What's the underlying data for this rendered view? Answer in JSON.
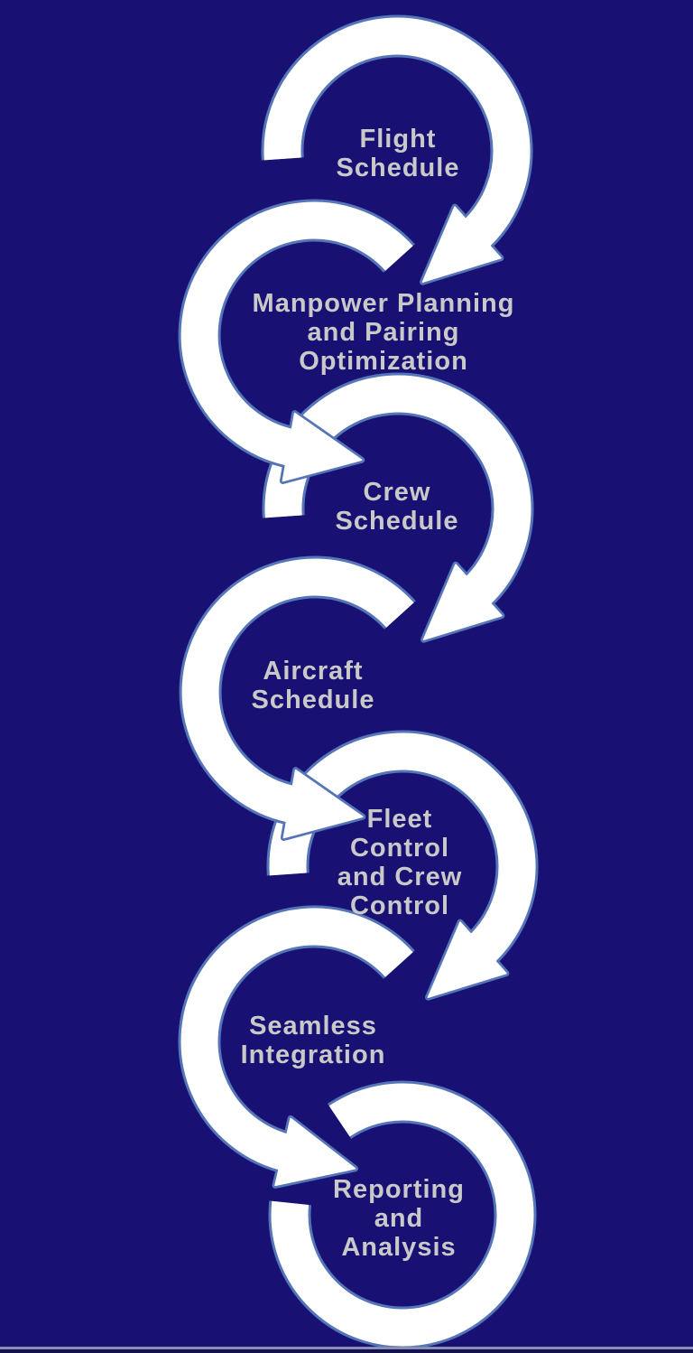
{
  "diagram": {
    "type": "cycle-flow",
    "background_color": "#181173",
    "arrow_fill_color": "#ffffff",
    "arrow_outline_color": "#5575b8",
    "label_color": "#c9c9c9",
    "bottom_edge_line_color": "#8a8eb2",
    "bottom_edge_strip_color": "#13104e",
    "steps": [
      {
        "id": 1,
        "label": "Flight\nSchedule"
      },
      {
        "id": 2,
        "label": "Manpower Planning\nand Pairing\nOptimization"
      },
      {
        "id": 3,
        "label": "Crew\nSchedule"
      },
      {
        "id": 4,
        "label": "Aircraft\nSchedule"
      },
      {
        "id": 5,
        "label": "Fleet\nControl\nand Crew\nControl"
      },
      {
        "id": 6,
        "label": "Seamless\nIntegration"
      },
      {
        "id": 7,
        "label": "Reporting\nand\nAnalysis"
      }
    ]
  }
}
